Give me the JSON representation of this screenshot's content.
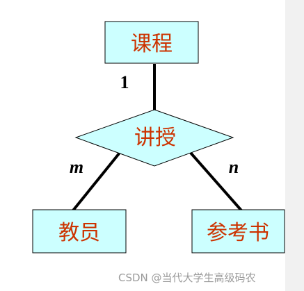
{
  "colors": {
    "node_fill": "#ccffff",
    "node_stroke": "#000000",
    "label_text": "#cc3300",
    "edge": "#000000",
    "cardinality_text": "#000000"
  },
  "entities": {
    "course": "课程",
    "teacher": "教员",
    "reference_book": "参考书"
  },
  "relationship": {
    "teach": "讲授"
  },
  "cardinalities": {
    "course_side": "1",
    "teacher_side": "m",
    "book_side": "n"
  },
  "watermark": "CSDN @当代大学生高级码农"
}
